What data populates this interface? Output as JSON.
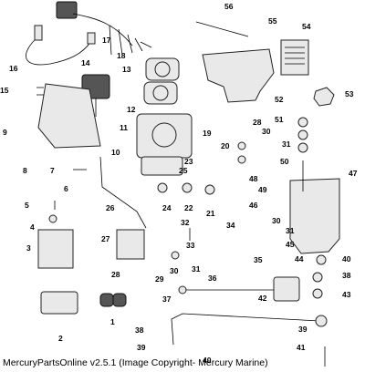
{
  "footer": {
    "text": "MercuryPartsOnline v2.5.1 (Image Copyright- Mercury Marine)"
  },
  "callouts": [
    "1",
    "2",
    "3",
    "4",
    "5",
    "6",
    "7",
    "8",
    "9",
    "10",
    "11",
    "12",
    "13",
    "14",
    "15",
    "16",
    "17",
    "18",
    "19",
    "20",
    "21",
    "22",
    "23",
    "24",
    "25",
    "26",
    "27",
    "28",
    "29",
    "30",
    "31",
    "32",
    "33",
    "34",
    "35",
    "36",
    "37",
    "38",
    "39",
    "40",
    "41",
    "42",
    "43",
    "44",
    "45",
    "46",
    "47",
    "48",
    "49",
    "50",
    "51",
    "52",
    "53",
    "54",
    "55",
    "56"
  ]
}
